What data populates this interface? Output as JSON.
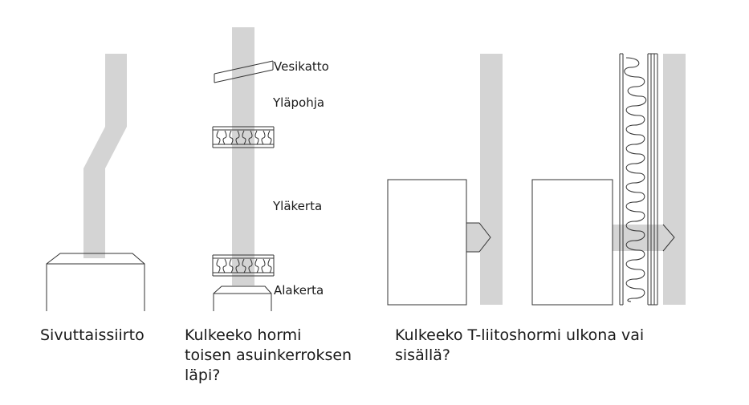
{
  "labels": {
    "roof": "Vesikatto",
    "upper_floor_base": "Yläpohja",
    "upper_storey": "Yläkerta",
    "lower_storey": "Alakerta"
  },
  "captions": {
    "sideways": "Sivuttaissiirto",
    "through_floor": [
      "Kulkeeko hormi",
      "toisen asuinkerroksen",
      "läpi?"
    ],
    "t_connection": [
      "Kulkeeko T-liitoshormi ulkona vai",
      "sisällä?"
    ]
  },
  "colors": {
    "flue": "#d4d4d4",
    "outline": "#333333",
    "text": "#1a1a1a"
  }
}
